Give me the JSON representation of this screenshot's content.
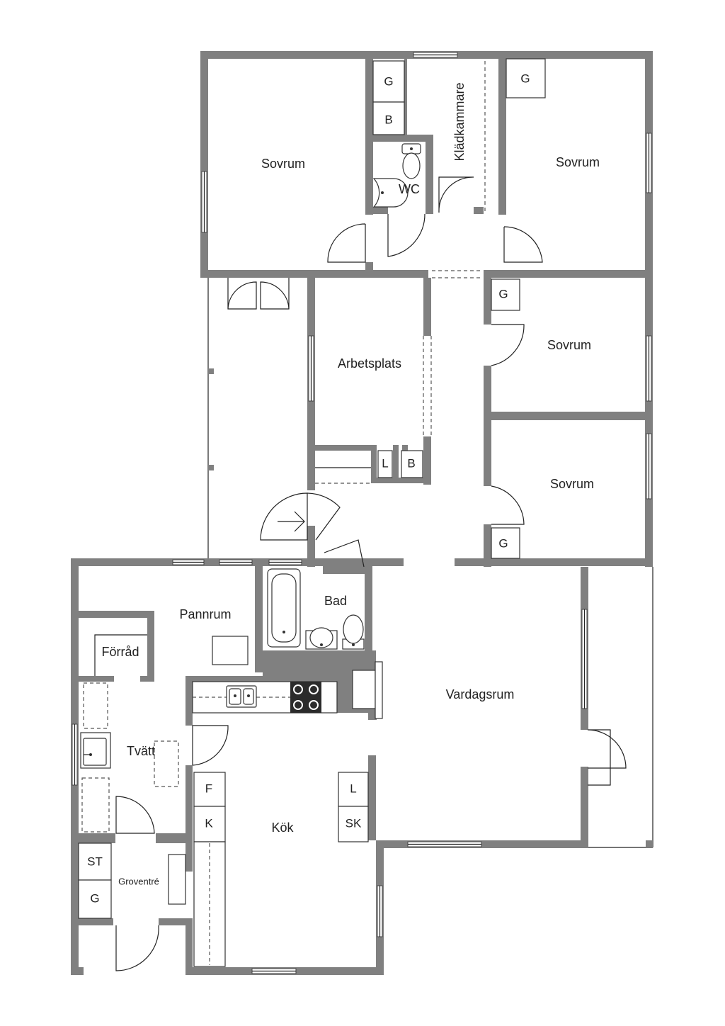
{
  "rooms": {
    "sovrum_1": "Sovrum",
    "sovrum_2": "Sovrum",
    "sovrum_3": "Sovrum",
    "sovrum_4": "Sovrum",
    "wc": "WC",
    "kladkammare": "Klädkammare",
    "arbetsplats": "Arbetsplats",
    "bad": "Bad",
    "pannrum": "Pannrum",
    "forrad": "Förråd",
    "tvatt": "Tvätt",
    "vardagsrum": "Vardagsrum",
    "kok": "Kök",
    "groventre": "Groventré"
  },
  "cabinets": {
    "g_kladkammare": "G",
    "b_kladkammare": "B",
    "g_sovrum_ne": "G",
    "g_sovrum_3": "G",
    "g_sovrum_4": "G",
    "l_arbetsplats": "L",
    "b_arbetsplats": "B",
    "f_kok": "F",
    "k_kok": "K",
    "l_kok": "L",
    "sk_kok": "SK",
    "st_groventre": "ST",
    "g_groventre": "G"
  },
  "colors": {
    "wall": "#808080",
    "background": "#ffffff",
    "line": "#222222"
  }
}
